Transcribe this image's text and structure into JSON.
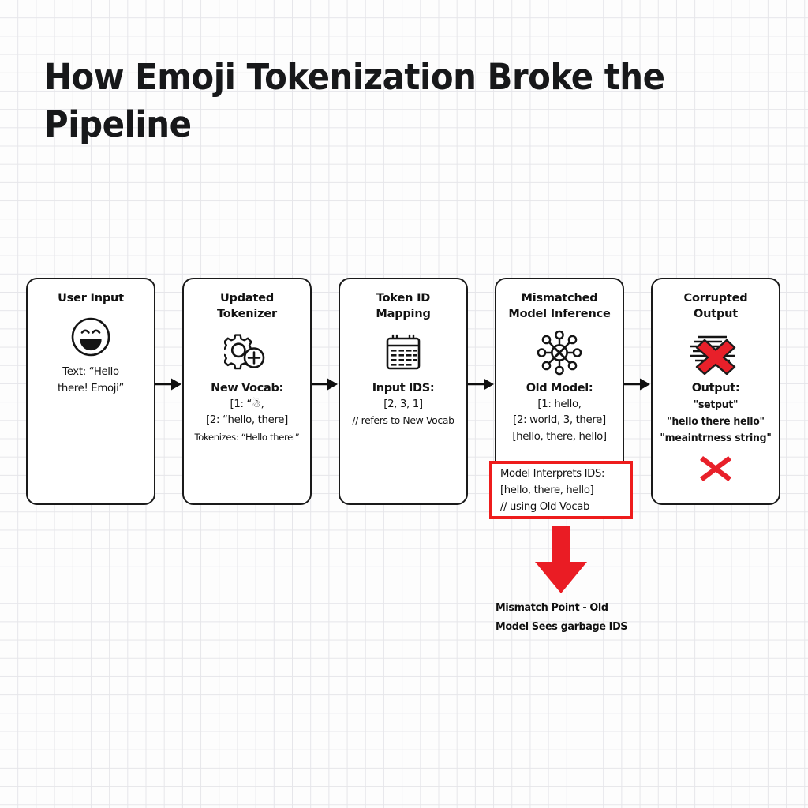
{
  "title": "How Emoji Tokenization Broke the\nPipeline",
  "theme": {
    "background": "#fdfdfd",
    "grid_line": "#e6e6ea",
    "stroke": "#1a1a1a",
    "accent_red": "#ee1c1c",
    "text": "#121212"
  },
  "flow": {
    "boxes": [
      {
        "id": "user-input",
        "title": "User Input",
        "icon": "smiley-face-icon",
        "lines": [
          {
            "text": "Text: “Hello",
            "style": "normal"
          },
          {
            "text": "there! Emoji”",
            "style": "normal"
          }
        ]
      },
      {
        "id": "updated-tokenizer",
        "title": "Updated\nTokenizer",
        "icon": "gear-plus-icon",
        "lines": [
          {
            "text": "New Vocab:",
            "style": "head"
          },
          {
            "text": "[1: “☃,",
            "style": "normal"
          },
          {
            "text": "[2: “hello,  there]",
            "style": "normal"
          },
          {
            "text": "Tokenizes: “Hello therel”",
            "style": "tinier"
          }
        ]
      },
      {
        "id": "token-id-mapping",
        "title": "Token ID\nMapping",
        "icon": "calendar-grid-icon",
        "lines": [
          {
            "text": "Input IDS:",
            "style": "head"
          },
          {
            "text": "[2, 3, 1]",
            "style": "normal"
          },
          {
            "text": "// refers to New Vocab",
            "style": "tiny"
          }
        ]
      },
      {
        "id": "mismatched-model-inference",
        "title": "Mismatched\nModel Inference",
        "icon": "network-node-x-icon",
        "lines": [
          {
            "text": "Old Model:",
            "style": "head"
          },
          {
            "text": "[1: hello,",
            "style": "normal"
          },
          {
            "text": "[2: world, 3, there]",
            "style": "normal"
          },
          {
            "text": "[hello, there, hello]",
            "style": "normal"
          }
        ]
      },
      {
        "id": "corrupted-output",
        "title": "Corrupted\nOutput",
        "icon": "glitch-red-x-icon",
        "lines": [
          {
            "text": "Output:",
            "style": "head"
          },
          {
            "text": "\"setput\"",
            "style": "heavy"
          },
          {
            "text": "\"hello there hello\"",
            "style": "heavy"
          },
          {
            "text": "\"meaintrness string\"",
            "style": "heavy"
          }
        ],
        "footer_icon": "red-x-icon"
      }
    ],
    "connector_icon": "right-arrow-icon"
  },
  "highlight": {
    "id": "model-interprets-callout",
    "border_color": "#ee1c1c",
    "lines": [
      "Model Interprets IDS:",
      "[hello, there, hello]",
      "// using Old Vocab"
    ]
  },
  "mismatch_note": {
    "arrow_icon": "down-arrow-icon",
    "arrow_color": "#ee1c1c",
    "lines": [
      "Mismatch Point - Old",
      "Model Sees garbage IDS"
    ]
  }
}
